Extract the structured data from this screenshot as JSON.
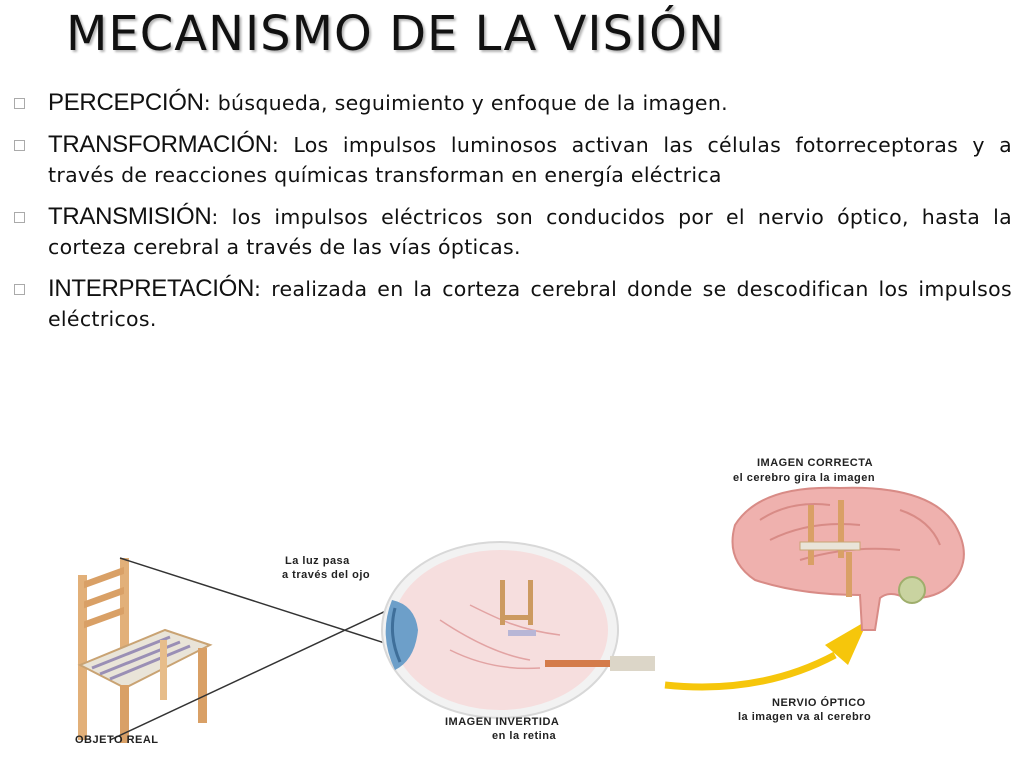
{
  "slide": {
    "title": "MECANISMO DE LA VISIÓN",
    "bullets": [
      {
        "term": "PERCEPCIÓN",
        "separator": ":",
        "text": " búsqueda, seguimiento y enfoque de la imagen."
      },
      {
        "term": "TRANSFORMACIÓN",
        "separator": ":",
        "text": " Los impulsos luminosos activan las células fotorreceptoras y a través de reacciones químicas transforman en energía eléctrica"
      },
      {
        "term": "TRANSMISIÓN",
        "separator": ":",
        "text": " los impulsos eléctricos son conducidos por  el nervio óptico, hasta la corteza cerebral a través de las vías ópticas."
      },
      {
        "term": "INTERPRETACIÓN",
        "separator": ":",
        "text": " realizada en la corteza cerebral donde se descodifican los impulsos eléctricos."
      }
    ]
  },
  "diagram": {
    "label_light_1": "La luz pasa",
    "label_light_2": "a través del ojo",
    "label_object": "OBJETO REAL",
    "label_inverted_1": "IMAGEN INVERTIDA",
    "label_inverted_2": "en la retina",
    "label_correct_1": "IMAGEN CORRECTA",
    "label_correct_2": "el cerebro gira la imagen",
    "label_nerve_1": "NERVIO ÓPTICO",
    "label_nerve_2": "la imagen va al cerebro"
  }
}
